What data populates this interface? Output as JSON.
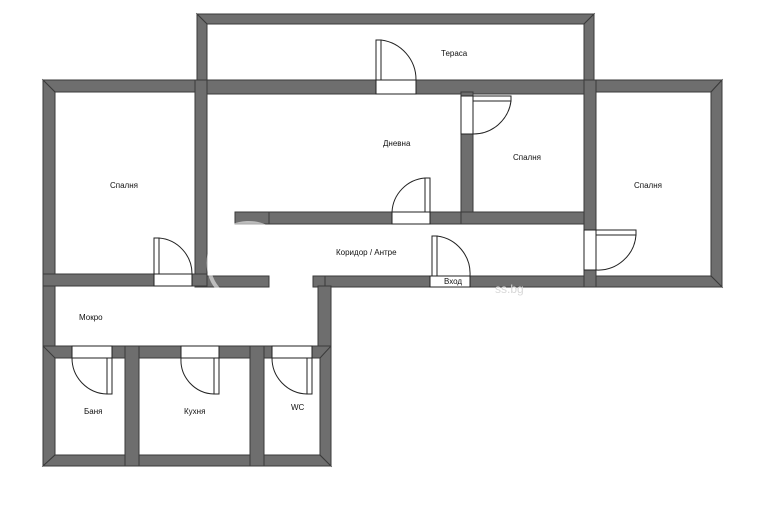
{
  "floor_plan": {
    "rooms": {
      "terrace": "Тераса",
      "living": "Дневна",
      "bedroom_left": "Спалня",
      "bedroom_middle": "Спалня",
      "bedroom_right": "Спалня",
      "corridor": "Коридор / Антре",
      "entrance": "Вход",
      "wet_area": "Мокро",
      "bathroom": "Баня",
      "kitchen": "Кухня",
      "wc": "WC"
    },
    "watermark": "ss.bg"
  },
  "colors": {
    "wall": "#6e6e6e",
    "wall_outline": "#3a3a3a",
    "background": "#ffffff"
  }
}
